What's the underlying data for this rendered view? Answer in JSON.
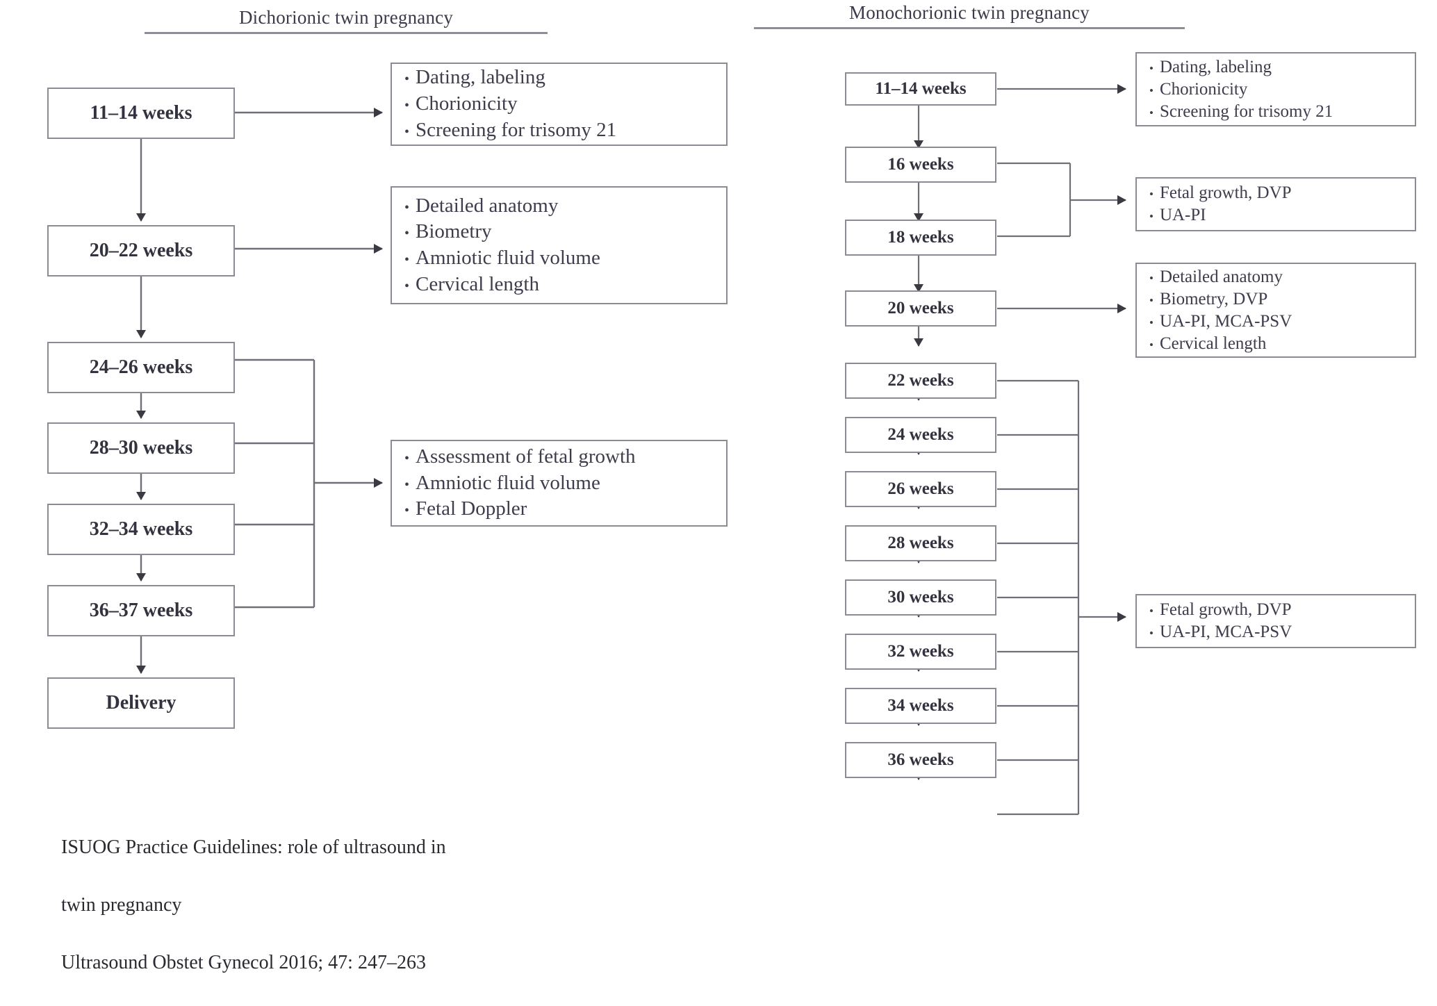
{
  "diagram": {
    "columns": [
      {
        "id": "dichorionic",
        "title": "Dichorionic twin pregnancy",
        "nodes": [
          {
            "label": "11–14 weeks"
          },
          {
            "label": "20–22 weeks"
          },
          {
            "label": "24–26 weeks"
          },
          {
            "label": "28–30 weeks"
          },
          {
            "label": "32–34 weeks"
          },
          {
            "label": "36–37 weeks"
          },
          {
            "label": "Delivery"
          }
        ],
        "details": [
          {
            "items": [
              "Dating, labeling",
              "Chorionicity",
              "Screening for trisomy 21"
            ]
          },
          {
            "items": [
              "Detailed anatomy",
              "Biometry",
              "Amniotic fluid volume",
              "Cervical length"
            ]
          },
          {
            "items": [
              "Assessment of fetal growth",
              "Amniotic fluid volume",
              "Fetal Doppler"
            ]
          }
        ]
      },
      {
        "id": "monochorionic",
        "title": "Monochorionic twin pregnancy",
        "nodes": [
          {
            "label": "11–14 weeks"
          },
          {
            "label": "16 weeks"
          },
          {
            "label": "18 weeks"
          },
          {
            "label": "20 weeks"
          },
          {
            "label": "22 weeks"
          },
          {
            "label": "24 weeks"
          },
          {
            "label": "26 weeks"
          },
          {
            "label": "28 weeks"
          },
          {
            "label": "30 weeks"
          },
          {
            "label": "32 weeks"
          },
          {
            "label": "34 weeks"
          },
          {
            "label": "36 weeks"
          }
        ],
        "details": [
          {
            "items": [
              "Dating, labeling",
              "Chorionicity",
              "Screening for trisomy 21"
            ]
          },
          {
            "items": [
              "Fetal growth, DVP",
              "UA-PI"
            ]
          },
          {
            "items": [
              "Detailed anatomy",
              "Biometry, DVP",
              "UA-PI, MCA-PSV",
              "Cervical length"
            ]
          },
          {
            "items": [
              "Fetal growth, DVP",
              "UA-PI, MCA-PSV"
            ]
          }
        ]
      }
    ],
    "caption": {
      "line1": "ISUOG Practice Guidelines:  role of ultrasound in",
      "line2": "twin pregnancy",
      "line3": "Ultrasound Obstet Gynecol 2016;  47:  247–263"
    },
    "bullet_glyph": "•",
    "colors": {
      "border": "#8b8b93",
      "text": "#33333f",
      "connector": "#6f6f78",
      "background": "#ffffff"
    }
  }
}
